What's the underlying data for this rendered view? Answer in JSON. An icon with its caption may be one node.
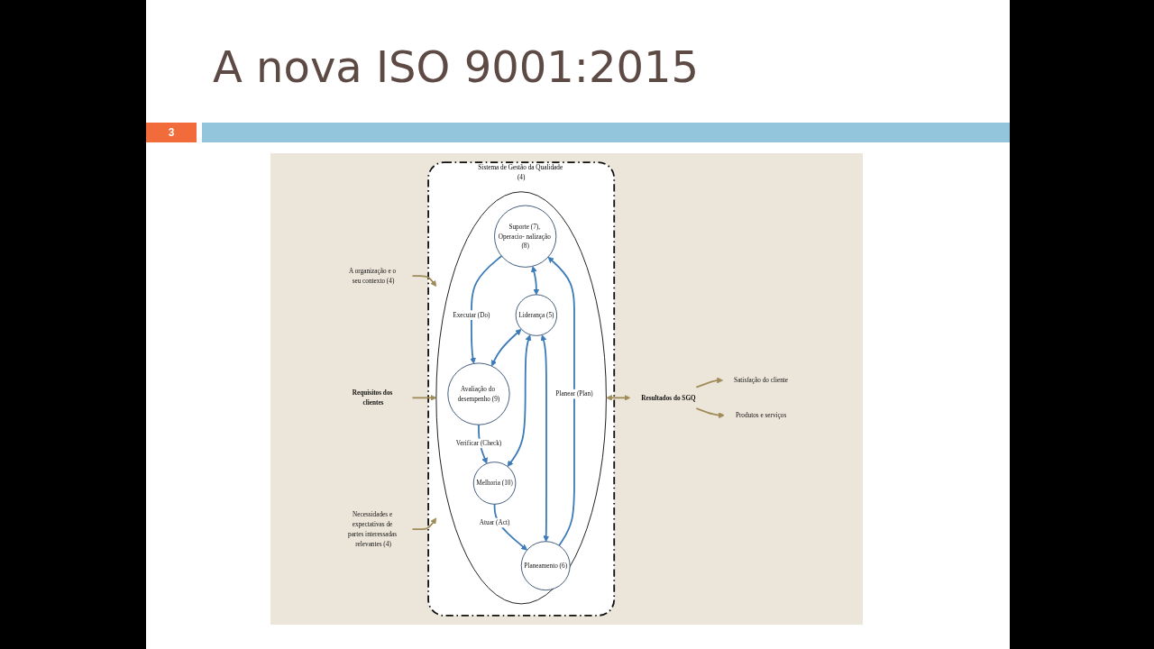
{
  "diagram": {
    "title": "A nova ISO 9001:2015",
    "nodes": [
      {
        "text": [
          "A organização e o seu contexto (4)"
        ]
      },
      {
        "text": [
          "Requisitos dos clientes"
        ]
      },
      {
        "text": [
          "Necessidades e expectativas de partes interessadas relevantes (4)"
        ]
      },
      {
        "text": [
          "Sistema de Gestão da Qualidade (4)"
        ]
      },
      {
        "text": [],
        "shape": "circle",
        "in": 3
      },
      {
        "text": [
          "Suporte (7), Operacio- nalização (8)"
        ],
        "in": 4
      },
      {
        "text": [
          "Planeamento (6)"
        ],
        "in": 4
      },
      {
        "text": [
          "Liderança (5)"
        ],
        "in": 4
      },
      {
        "text": [
          "Avaliação do desempenho (9)"
        ],
        "in": 4
      },
      {
        "text": [
          "Melhoria (10)"
        ],
        "in": 4
      },
      {
        "text": [
          "Satisfação do cliente"
        ]
      },
      {
        "text": [
          "Resultados do SGQ"
        ]
      },
      {
        "text": [
          "Produtos e serviços"
        ]
      }
    ],
    "edges": [
      {
        "from": 0,
        "to": 4,
        "arrow": "to",
        "color": "#a08c58"
      },
      {
        "from": 1,
        "to": 4,
        "arrow": "to",
        "color": "#a08c58"
      },
      {
        "from": 2,
        "to": 4,
        "arrow": "to",
        "color": "#a08c58"
      },
      {
        "from": 6,
        "to": 5,
        "arrow": "to",
        "label": "Planear (Plan)"
      },
      {
        "from": 5,
        "to": 8,
        "arrow": "to",
        "label": "Executar (Do)"
      },
      {
        "from": 8,
        "to": 9,
        "arrow": "to",
        "label": "Verificar (Check)"
      },
      {
        "from": 9,
        "to": 6,
        "arrow": "to",
        "label": "Atuar (Act)"
      },
      {
        "from": 5,
        "to": 7,
        "arrow": "both"
      },
      {
        "from": 7,
        "to": 6,
        "arrow": "both"
      },
      {
        "from": 7,
        "to": 8,
        "arrow": "both"
      },
      {
        "from": 7,
        "to": 9,
        "arrow": "both"
      },
      {
        "from": 4,
        "to": 11,
        "arrow": "both",
        "color": "#a08c58"
      },
      {
        "from": 11,
        "to": 10,
        "arrow": "to",
        "color": "#a08c58"
      },
      {
        "from": 11,
        "to": 12,
        "arrow": "to",
        "color": "#a08c58"
      }
    ],
    "labels": [
      "3"
    ]
  }
}
